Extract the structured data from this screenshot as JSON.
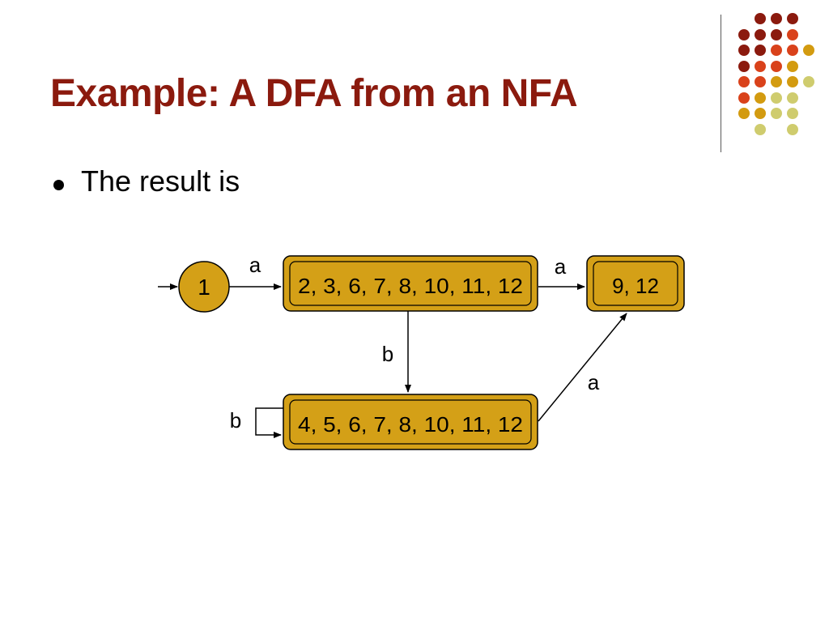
{
  "slide": {
    "title": "Example: A DFA from an NFA",
    "bullet": "The result is"
  },
  "colors": {
    "title": "#8b1a0e",
    "state_fill": "#d4a017",
    "dot_dark_red": "#8b1a0e",
    "dot_orange": "#d9421b",
    "dot_gold": "#d39b10",
    "dot_khaki": "#cfcc6e"
  },
  "diagram": {
    "states": {
      "start": "1",
      "s1": "2, 3, 6, 7, 8, 10, 11, 12",
      "s2": "9, 12",
      "s3": "4, 5, 6, 7, 8, 10, 11, 12"
    },
    "transitions": {
      "start_to_s1": "a",
      "s1_to_s2": "a",
      "s1_to_s3": "b",
      "s3_self": "b",
      "s3_to_s2": "a"
    }
  }
}
